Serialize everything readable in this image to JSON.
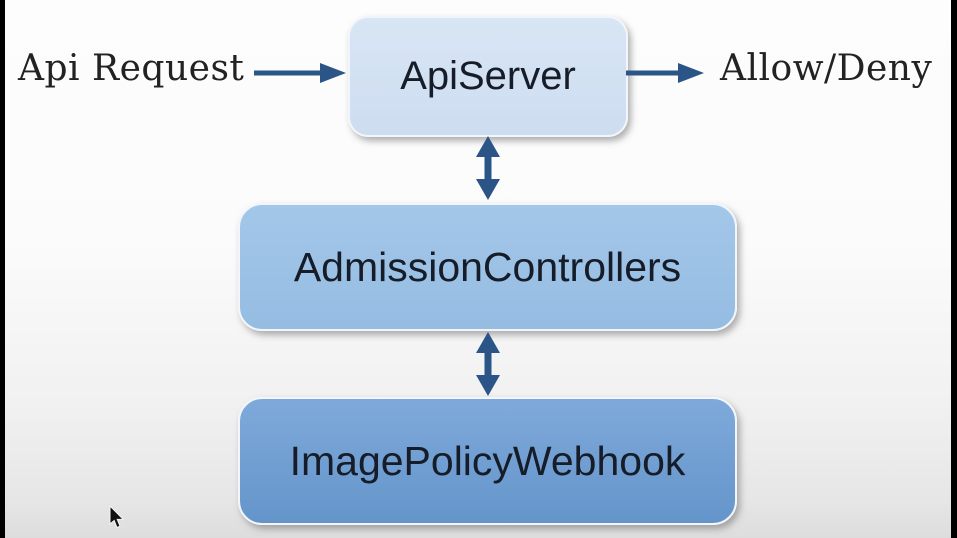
{
  "diagram": {
    "left_label": "Api Request",
    "right_label": "Allow/Deny",
    "nodes": [
      {
        "id": "api-server",
        "label": "ApiServer",
        "fill": "#d3e1f3"
      },
      {
        "id": "admission-controllers",
        "label": "AdmissionControllers",
        "fill": "#9dc3e6"
      },
      {
        "id": "image-policy-webhook",
        "label": "ImagePolicyWebhook",
        "fill": "#6d9ed3"
      }
    ],
    "edges": [
      {
        "from": "Api Request",
        "to": "ApiServer",
        "style": "arrow-right"
      },
      {
        "from": "ApiServer",
        "to": "Allow/Deny",
        "style": "arrow-right"
      },
      {
        "from": "ApiServer",
        "to": "AdmissionControllers",
        "style": "arrow-bidirectional"
      },
      {
        "from": "AdmissionControllers",
        "to": "ImagePolicyWebhook",
        "style": "arrow-bidirectional"
      }
    ],
    "colors": {
      "arrow": "#2a5586",
      "node_border": "#f2f6fb",
      "node_text": "#161d29",
      "side_text": "#222222",
      "background_top": "#fdfdfd",
      "background_bottom": "#dddddd",
      "letterbox": "#000000"
    }
  }
}
